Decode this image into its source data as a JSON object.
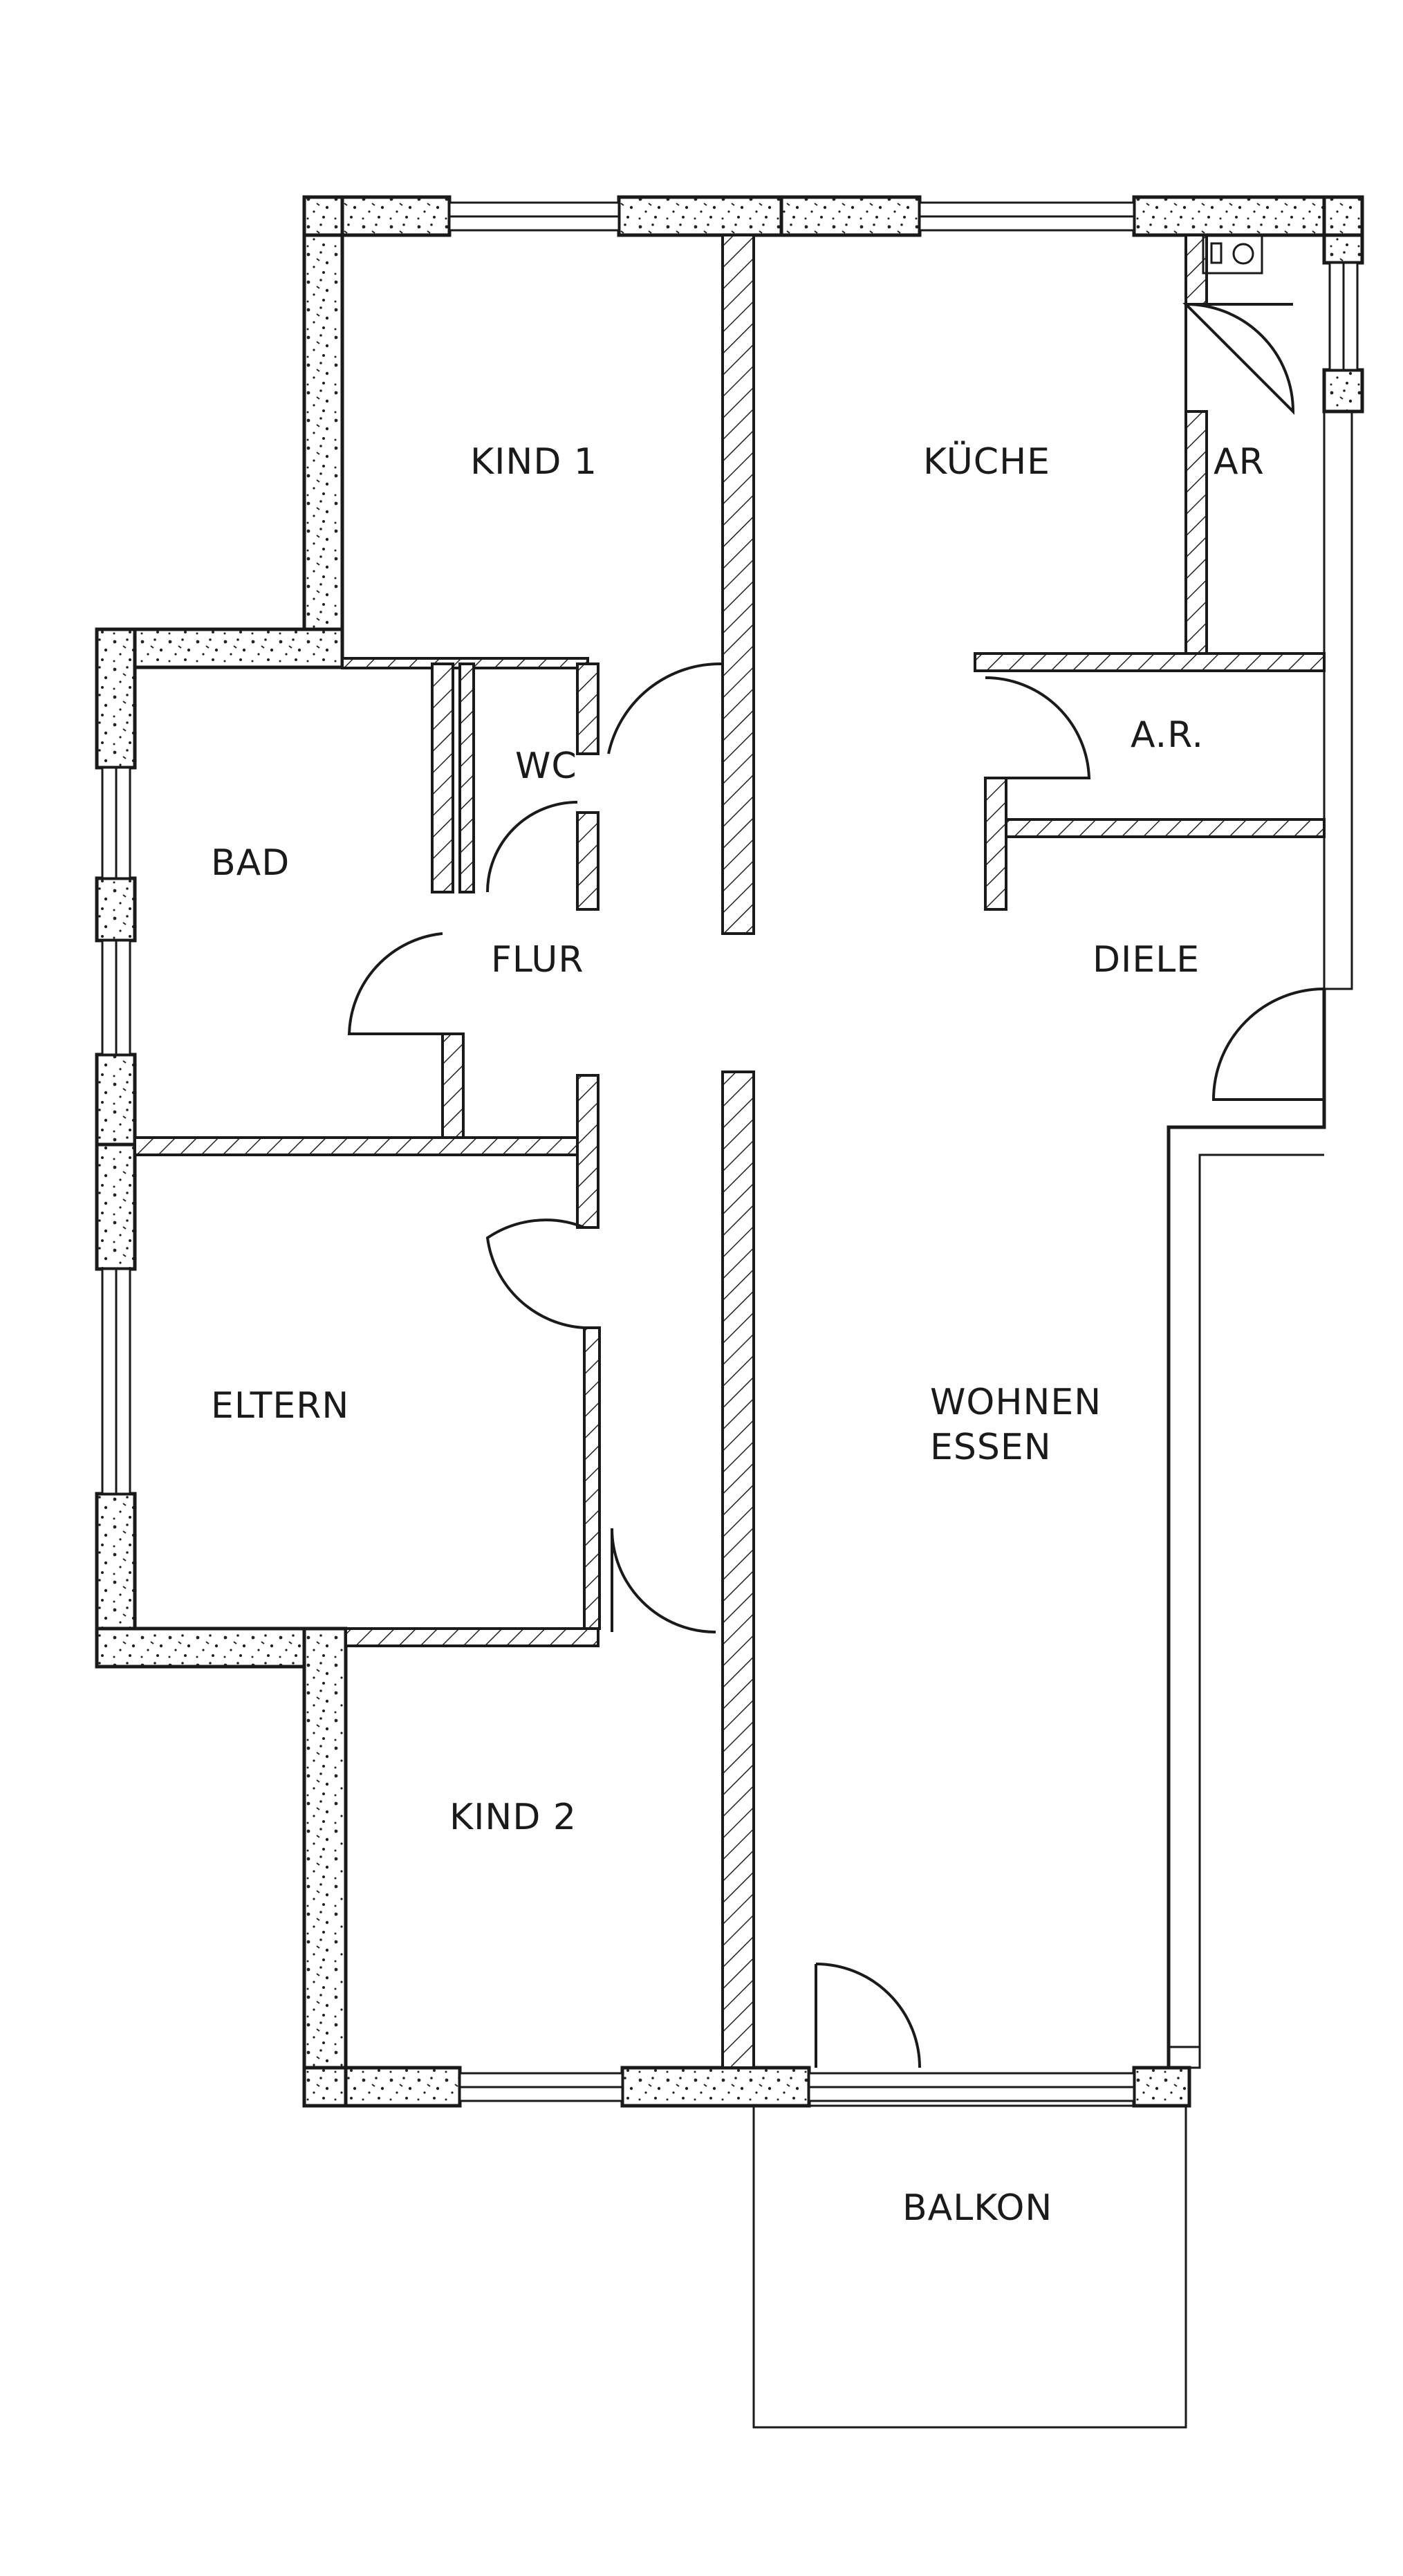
{
  "plan": {
    "rooms": {
      "kind1": "KIND 1",
      "kueche": "KÜCHE",
      "ar_top": "AR",
      "wc": "WC",
      "ar_mid": "A.R.",
      "bad": "BAD",
      "flur": "FLUR",
      "diele": "DIELE",
      "eltern": "ELTERN",
      "wohnen": "WOHNEN",
      "essen": "ESSEN",
      "kind2": "KIND 2",
      "balkon": "BALKON"
    }
  }
}
